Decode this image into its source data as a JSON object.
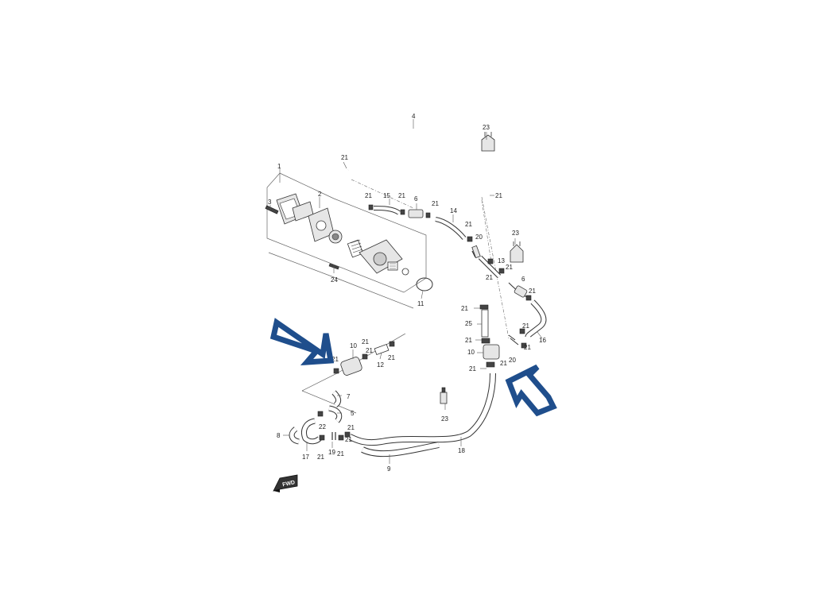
{
  "diagram": {
    "labels": {
      "p1": "1",
      "p2": "2",
      "p3": "3",
      "p4": "4",
      "p5": "5",
      "p6a": "6",
      "p6b": "6",
      "p7": "7",
      "p8": "8",
      "p9": "9",
      "p10a": "10",
      "p10b": "10",
      "p11": "11",
      "p12": "12",
      "p13": "13",
      "p14": "14",
      "p15": "15",
      "p16": "16",
      "p17": "17",
      "p18": "18",
      "p19": "19",
      "p20a": "20",
      "p20b": "20",
      "p22": "22",
      "p23a": "23",
      "p23b": "23",
      "p23c": "23",
      "p24": "24",
      "p25": "25",
      "c1": "21",
      "c2": "21",
      "c3": "21",
      "c4": "21",
      "c5": "21",
      "c6": "21",
      "c7": "21",
      "c8": "21",
      "c9": "21",
      "c10": "21",
      "c11": "21",
      "c12": "21",
      "c13": "21",
      "c14": "21",
      "c15": "21",
      "c16": "21",
      "c17": "21",
      "c18": "21",
      "c19": "21",
      "c20": "21",
      "c21": "21",
      "c22": "21",
      "c23": "21"
    },
    "fwd_badge": "FWD",
    "arrow_color": "#1f4e8c"
  }
}
